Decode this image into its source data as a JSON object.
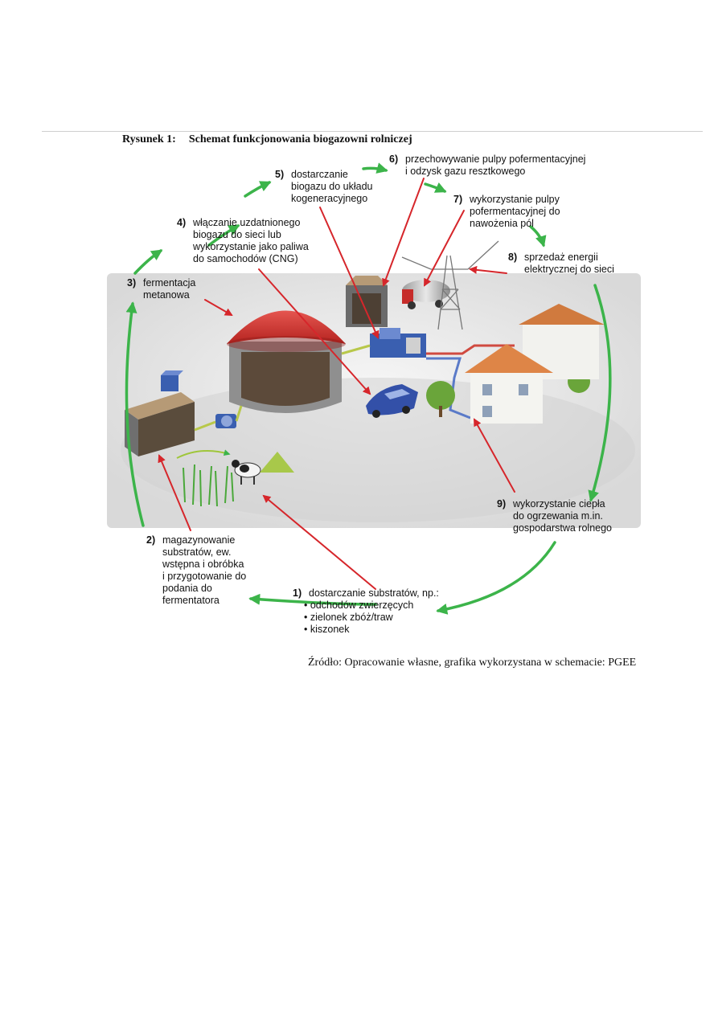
{
  "caption": {
    "label": "Rysunek 1:",
    "title": "Schemat funkcjonowania biogazowni rolniczej"
  },
  "source": "Źródło: Opracowanie własne, grafika wykorzystana w schemacie: PGEE",
  "colors": {
    "green_arrow": "#3cb44a",
    "red_arrow": "#d6262b",
    "dome": "#d63a35",
    "shadow": "#e2e2e2"
  },
  "steps": [
    {
      "num": "1)",
      "lines": [
        "dostarczanie substratów, np.:"
      ],
      "bullets": [
        "• odchodów zwierzęcych",
        "• zielonek zbóż/traw",
        "• kiszonek"
      ]
    },
    {
      "num": "2)",
      "lines": [
        "magazynowanie",
        "substratów, ew.",
        "wstępna i obróbka",
        "i przygotowanie do",
        "podania do",
        "fermentatora"
      ]
    },
    {
      "num": "3)",
      "lines": [
        "fermentacja",
        "metanowa"
      ]
    },
    {
      "num": "4)",
      "lines": [
        "włączanie uzdatnionego",
        "biogazu do sieci lub",
        "wykorzystanie jako paliwa",
        "do samochodów (CNG)"
      ]
    },
    {
      "num": "5)",
      "lines": [
        "dostarczanie",
        "biogazu do układu",
        "kogeneracyjnego"
      ]
    },
    {
      "num": "6)",
      "lines": [
        "przechowywanie pulpy pofermentacyjnej",
        "i odzysk gazu resztkowego"
      ]
    },
    {
      "num": "7)",
      "lines": [
        "wykorzystanie pulpy",
        "pofermentacyjnej do",
        "nawożenia pól"
      ]
    },
    {
      "num": "8)",
      "lines": [
        "sprzedaż energii",
        "elektrycznej do sieci"
      ]
    },
    {
      "num": "9)",
      "lines": [
        "wykorzystanie ciepła",
        "do ogrzewania m.in.",
        "gospodarstwa rolnego"
      ]
    }
  ]
}
